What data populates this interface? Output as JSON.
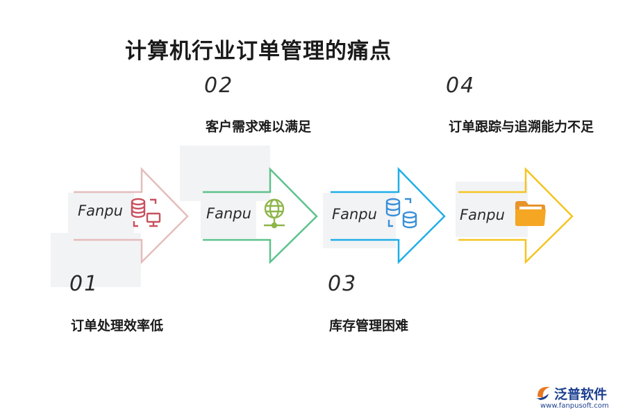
{
  "title": "计算机行业订单管理的痛点",
  "watermark": "Fanpu",
  "steps": [
    {
      "number": "01",
      "label": "订单处理效率低",
      "color": "#e5bcbc",
      "icon_color": "#c8505e",
      "icon": "database-computer-icon"
    },
    {
      "number": "02",
      "label": "客户需求难以满足",
      "color": "#5cc28c",
      "icon_color": "#8db54a",
      "icon": "globe-network-icon"
    },
    {
      "number": "03",
      "label": "库存管理困难",
      "color": "#1eaee8",
      "icon_color": "#3a8fd8",
      "icon": "database-pair-icon"
    },
    {
      "number": "04",
      "label": "订单跟踪与追溯能力不足",
      "color": "#f5c420",
      "icon_color": "#f5a623",
      "icon": "folder-icon"
    }
  ],
  "logo": {
    "name": "泛普软件",
    "url": "www.fanpusoft.com"
  }
}
